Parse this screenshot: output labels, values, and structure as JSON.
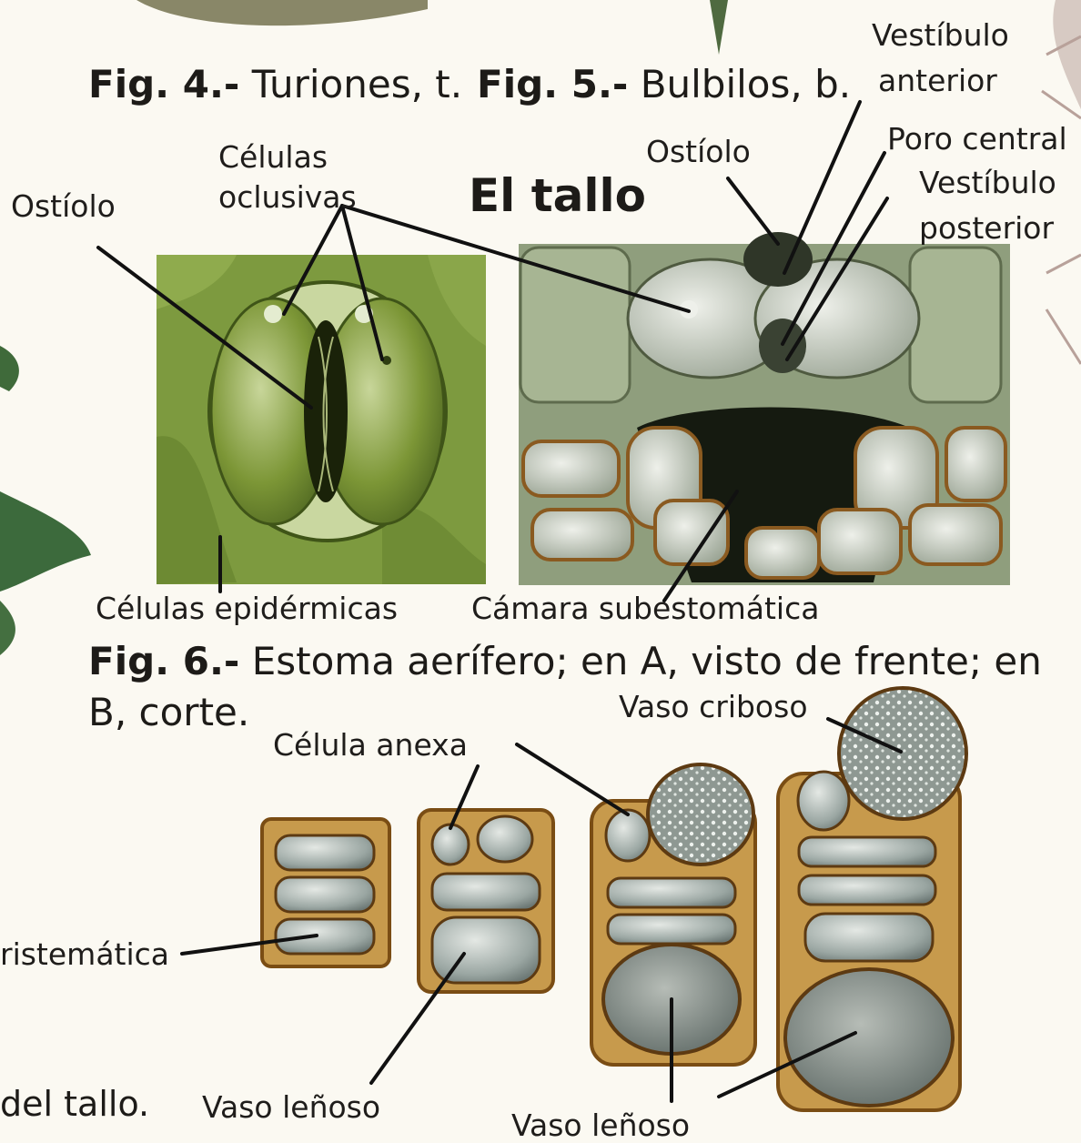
{
  "captions": {
    "fig4_num": "Fig. 4.-",
    "fig4_text": "Turiones, t.",
    "fig5_num": "Fig. 5.-",
    "fig5_text": "Bulbilos, b.",
    "fig6_num": "Fig. 6.-",
    "fig6_text_line1": "Estoma aerífero; en A, visto de frente; en",
    "fig6_text_line2": "B, corte.",
    "stem_fragment": "del tallo."
  },
  "section_title": "El tallo",
  "labels": {
    "vestibulo_anterior_1": "Vestíbulo",
    "vestibulo_anterior_2": "anterior",
    "poro_central": "Poro central",
    "vestibulo_posterior_1": "Vestíbulo",
    "vestibulo_posterior_2": "posterior",
    "ostiolo_b": "Ostíolo",
    "celulas_oclusivas_1": "Células",
    "celulas_oclusivas_2": "oclusivas",
    "ostiolo_a": "Ostíolo",
    "celulas_epidermicas": "Células epidérmicas",
    "camara_subestomatica": "Cámara subestomática",
    "vaso_criboso": "Vaso criboso",
    "celula_anexa": "Célula anexa",
    "meristematica": "ristemática",
    "vaso_lenoso_1": "Vaso leñoso",
    "vaso_lenoso_2": "Vaso leñoso"
  },
  "colors": {
    "leaf_green": "#7e9a3c",
    "guard_cell": "#6f8a2f",
    "cell_wall": "#b88a3a",
    "vessel_grey": "#a9b2ae"
  }
}
